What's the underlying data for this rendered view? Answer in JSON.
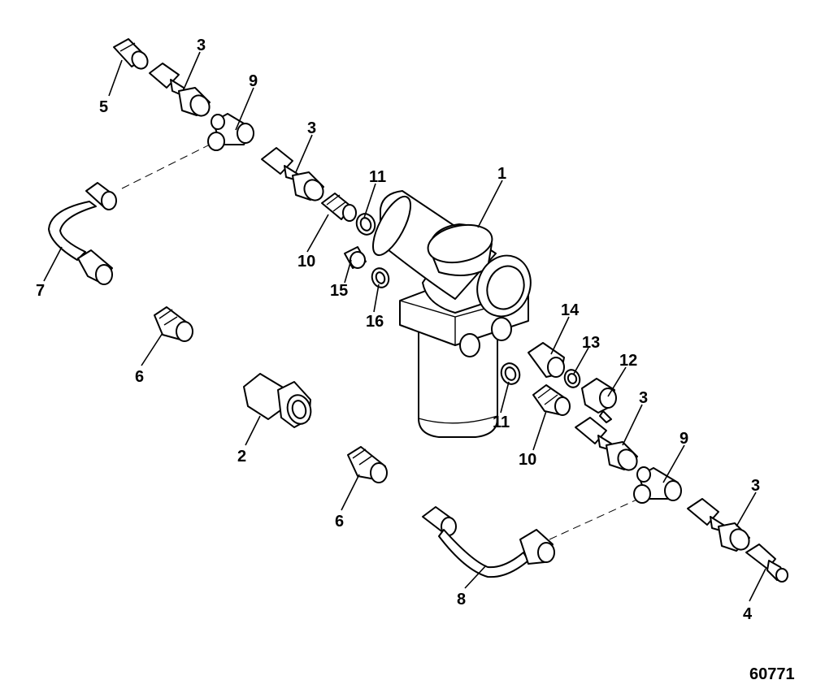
{
  "diagram": {
    "figure_id": "60771",
    "callouts": [
      {
        "id": "c1",
        "text": "1"
      },
      {
        "id": "c2",
        "text": "2"
      },
      {
        "id": "c3a",
        "text": "3"
      },
      {
        "id": "c3b",
        "text": "3"
      },
      {
        "id": "c3c",
        "text": "3"
      },
      {
        "id": "c3d",
        "text": "3"
      },
      {
        "id": "c4",
        "text": "4"
      },
      {
        "id": "c5",
        "text": "5"
      },
      {
        "id": "c6a",
        "text": "6"
      },
      {
        "id": "c6b",
        "text": "6"
      },
      {
        "id": "c7",
        "text": "7"
      },
      {
        "id": "c8",
        "text": "8"
      },
      {
        "id": "c9a",
        "text": "9"
      },
      {
        "id": "c9b",
        "text": "9"
      },
      {
        "id": "c10a",
        "text": "10"
      },
      {
        "id": "c10b",
        "text": "10"
      },
      {
        "id": "c11a",
        "text": "11"
      },
      {
        "id": "c11b",
        "text": "11"
      },
      {
        "id": "c12",
        "text": "12"
      },
      {
        "id": "c13",
        "text": "13"
      },
      {
        "id": "c14",
        "text": "14"
      },
      {
        "id": "c15",
        "text": "15"
      },
      {
        "id": "c16",
        "text": "16"
      }
    ]
  }
}
